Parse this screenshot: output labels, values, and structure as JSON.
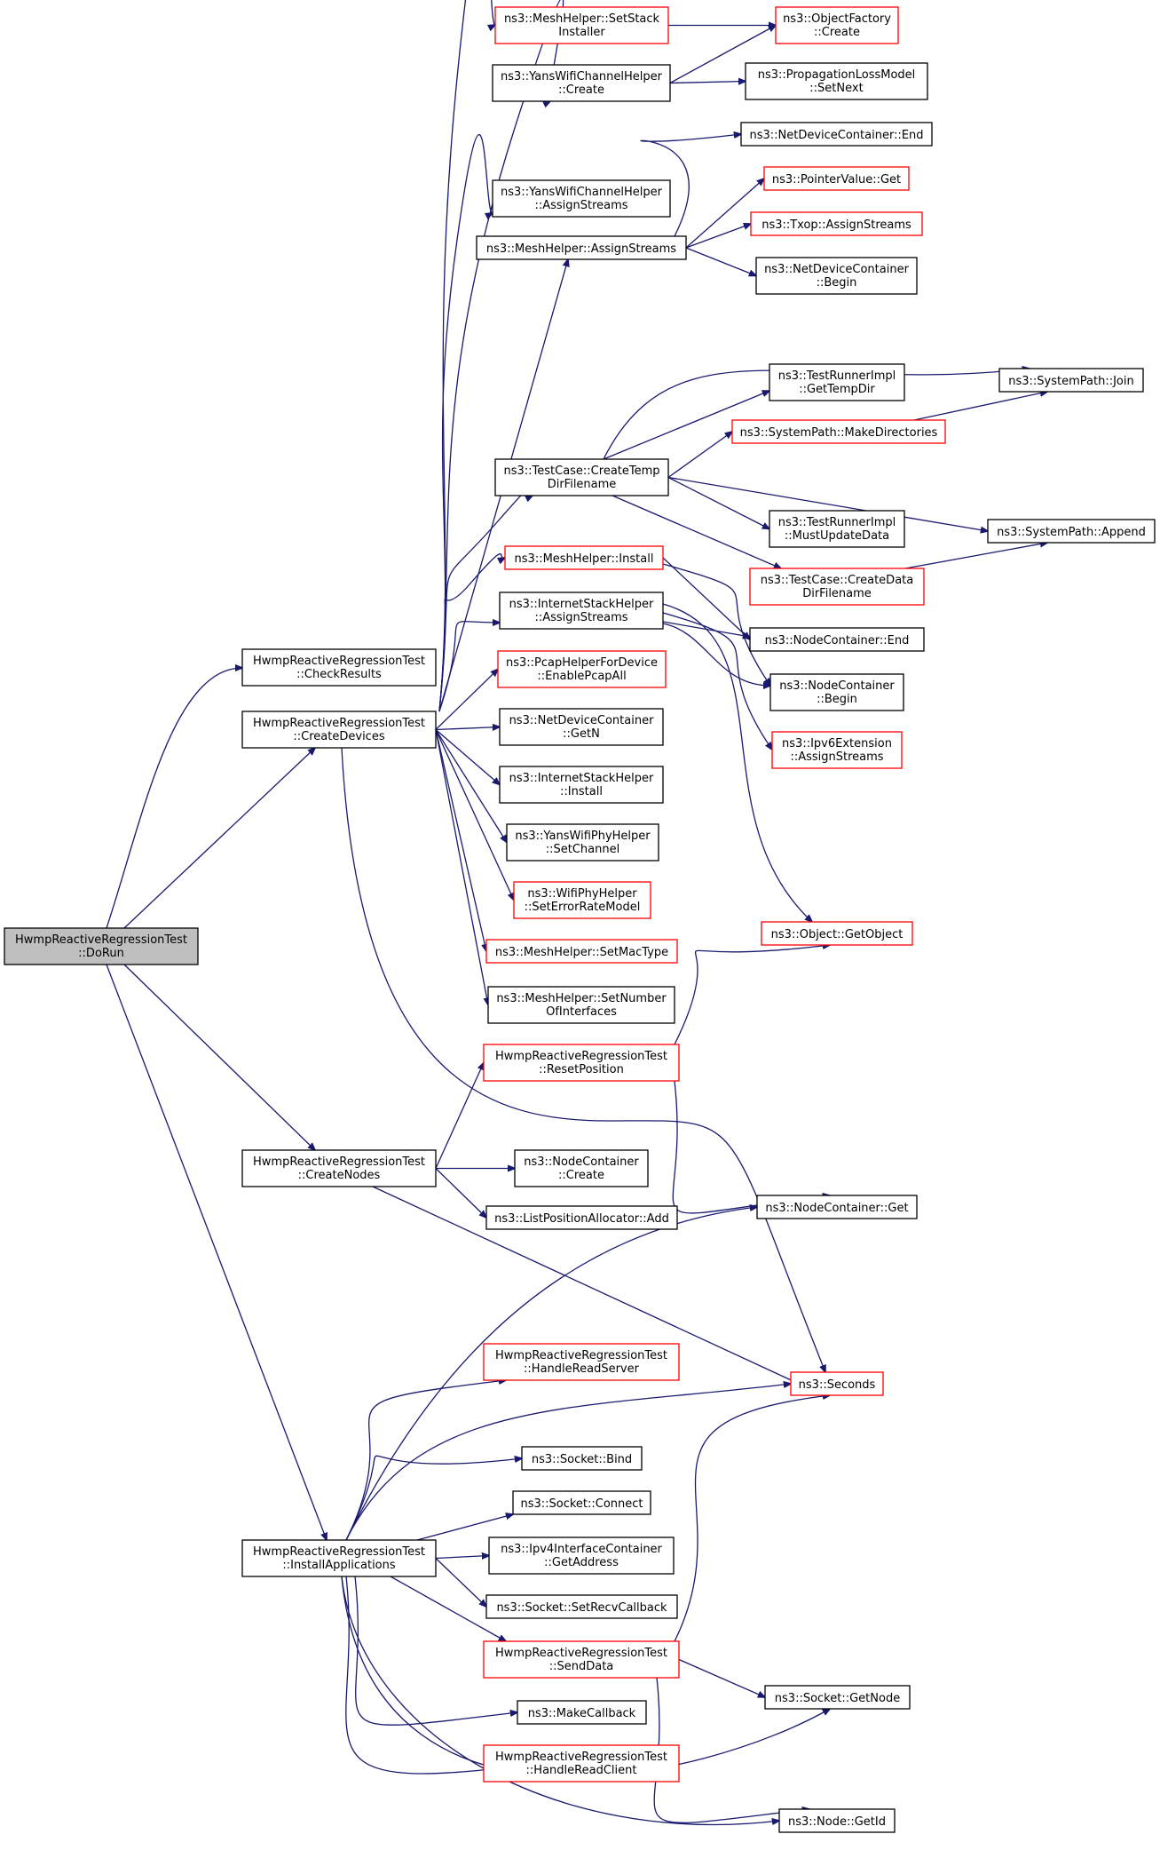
{
  "colors": {
    "edge": "#191970",
    "node_border": "#000000",
    "node_border_has_more": "#ff0000",
    "focus_fill": "#bfbfbf"
  },
  "nodes": {
    "doRun": {
      "lines": [
        "HwmpReactiveRegressionTest",
        "::DoRun"
      ],
      "style": "focus"
    },
    "checkResults": {
      "lines": [
        "HwmpReactiveRegressionTest",
        "::CheckResults"
      ],
      "style": "normal"
    },
    "createDevices": {
      "lines": [
        "HwmpReactiveRegressionTest",
        "::CreateDevices"
      ],
      "style": "normal"
    },
    "createNodes": {
      "lines": [
        "HwmpReactiveRegressionTest",
        "::CreateNodes"
      ],
      "style": "normal"
    },
    "installApps": {
      "lines": [
        "HwmpReactiveRegressionTest",
        "::InstallApplications"
      ],
      "style": "normal"
    },
    "meshSetStack": {
      "lines": [
        "ns3::MeshHelper::SetStack",
        "Installer"
      ],
      "style": "red"
    },
    "yansChanCreate": {
      "lines": [
        "ns3::YansWifiChannelHelper",
        "::Create"
      ],
      "style": "normal"
    },
    "yansChanAssign": {
      "lines": [
        "ns3::YansWifiChannelHelper",
        "::AssignStreams"
      ],
      "style": "normal"
    },
    "meshAssign": {
      "lines": [
        "ns3::MeshHelper::AssignStreams"
      ],
      "style": "normal"
    },
    "testCaseTemp": {
      "lines": [
        "ns3::TestCase::CreateTemp",
        "DirFilename"
      ],
      "style": "normal"
    },
    "meshInstall": {
      "lines": [
        "ns3::MeshHelper::Install"
      ],
      "style": "red"
    },
    "inetAssign": {
      "lines": [
        "ns3::InternetStackHelper",
        "::AssignStreams"
      ],
      "style": "normal"
    },
    "pcapEnable": {
      "lines": [
        "ns3::PcapHelperForDevice",
        "::EnablePcapAll"
      ],
      "style": "red"
    },
    "ndcGetN": {
      "lines": [
        "ns3::NetDeviceContainer",
        "::GetN"
      ],
      "style": "normal"
    },
    "inetInstall": {
      "lines": [
        "ns3::InternetStackHelper",
        "::Install"
      ],
      "style": "normal"
    },
    "phySetChannel": {
      "lines": [
        "ns3::YansWifiPhyHelper",
        "::SetChannel"
      ],
      "style": "normal"
    },
    "phySetError": {
      "lines": [
        "ns3::WifiPhyHelper",
        "::SetErrorRateModel"
      ],
      "style": "red"
    },
    "meshSetMac": {
      "lines": [
        "ns3::MeshHelper::SetMacType"
      ],
      "style": "red"
    },
    "meshSetNum": {
      "lines": [
        "ns3::MeshHelper::SetNumber",
        "OfInterfaces"
      ],
      "style": "normal"
    },
    "resetPos": {
      "lines": [
        "HwmpReactiveRegressionTest",
        "::ResetPosition"
      ],
      "style": "red"
    },
    "ncCreate": {
      "lines": [
        "ns3::NodeContainer",
        "::Create"
      ],
      "style": "normal"
    },
    "lpaAdd": {
      "lines": [
        "ns3::ListPositionAllocator::Add"
      ],
      "style": "normal"
    },
    "handleReadServer": {
      "lines": [
        "HwmpReactiveRegressionTest",
        "::HandleReadServer"
      ],
      "style": "red"
    },
    "socketBind": {
      "lines": [
        "ns3::Socket::Bind"
      ],
      "style": "normal"
    },
    "socketConnect": {
      "lines": [
        "ns3::Socket::Connect"
      ],
      "style": "normal"
    },
    "ipv4GetAddr": {
      "lines": [
        "ns3::Ipv4InterfaceContainer",
        "::GetAddress"
      ],
      "style": "normal"
    },
    "socketRecvCb": {
      "lines": [
        "ns3::Socket::SetRecvCallback"
      ],
      "style": "normal"
    },
    "sendData": {
      "lines": [
        "HwmpReactiveRegressionTest",
        "::SendData"
      ],
      "style": "red"
    },
    "makeCallback": {
      "lines": [
        "ns3::MakeCallback"
      ],
      "style": "normal"
    },
    "handleReadClient": {
      "lines": [
        "HwmpReactiveRegressionTest",
        "::HandleReadClient"
      ],
      "style": "red"
    },
    "objFactory": {
      "lines": [
        "ns3::ObjectFactory",
        "::Create"
      ],
      "style": "red"
    },
    "propLoss": {
      "lines": [
        "ns3::PropagationLossModel",
        "::SetNext"
      ],
      "style": "normal"
    },
    "ndcEnd": {
      "lines": [
        "ns3::NetDeviceContainer::End"
      ],
      "style": "normal"
    },
    "pointerGet": {
      "lines": [
        "ns3::PointerValue::Get"
      ],
      "style": "red"
    },
    "txopAssign": {
      "lines": [
        "ns3::Txop::AssignStreams"
      ],
      "style": "red"
    },
    "ndcBegin": {
      "lines": [
        "ns3::NetDeviceContainer",
        "::Begin"
      ],
      "style": "normal"
    },
    "runnerTemp": {
      "lines": [
        "ns3::TestRunnerImpl",
        "::GetTempDir"
      ],
      "style": "normal"
    },
    "sysMakeDirs": {
      "lines": [
        "ns3::SystemPath::MakeDirectories"
      ],
      "style": "red"
    },
    "runnerUpdate": {
      "lines": [
        "ns3::TestRunnerImpl",
        "::MustUpdateData"
      ],
      "style": "normal"
    },
    "testCaseData": {
      "lines": [
        "ns3::TestCase::CreateData",
        "DirFilename"
      ],
      "style": "red"
    },
    "ncEnd": {
      "lines": [
        "ns3::NodeContainer::End"
      ],
      "style": "normal"
    },
    "ncBegin": {
      "lines": [
        "ns3::NodeContainer",
        "::Begin"
      ],
      "style": "normal"
    },
    "ipv6Ext": {
      "lines": [
        "ns3::Ipv6Extension",
        "::AssignStreams"
      ],
      "style": "red"
    },
    "objGetObject": {
      "lines": [
        "ns3::Object::GetObject"
      ],
      "style": "red"
    },
    "ncGet": {
      "lines": [
        "ns3::NodeContainer::Get"
      ],
      "style": "normal"
    },
    "seconds": {
      "lines": [
        "ns3::Seconds"
      ],
      "style": "red"
    },
    "socketGetNode": {
      "lines": [
        "ns3::Socket::GetNode"
      ],
      "style": "normal"
    },
    "nodeGetId": {
      "lines": [
        "ns3::Node::GetId"
      ],
      "style": "normal"
    },
    "sysJoin": {
      "lines": [
        "ns3::SystemPath::Join"
      ],
      "style": "normal"
    },
    "sysAppend": {
      "lines": [
        "ns3::SystemPath::Append"
      ],
      "style": "normal"
    }
  },
  "edges": [
    [
      "doRun",
      "checkResults"
    ],
    [
      "doRun",
      "createDevices"
    ],
    [
      "doRun",
      "createNodes"
    ],
    [
      "doRun",
      "installApps"
    ],
    [
      "createDevices",
      "meshSetStack"
    ],
    [
      "createDevices",
      "yansChanCreate"
    ],
    [
      "createDevices",
      "yansChanAssign"
    ],
    [
      "createDevices",
      "meshAssign"
    ],
    [
      "createDevices",
      "testCaseTemp"
    ],
    [
      "createDevices",
      "meshInstall"
    ],
    [
      "createDevices",
      "inetAssign"
    ],
    [
      "createDevices",
      "pcapEnable"
    ],
    [
      "createDevices",
      "ndcGetN"
    ],
    [
      "createDevices",
      "inetInstall"
    ],
    [
      "createDevices",
      "phySetChannel"
    ],
    [
      "createDevices",
      "phySetError"
    ],
    [
      "createDevices",
      "meshSetMac"
    ],
    [
      "createDevices",
      "meshSetNum"
    ],
    [
      "createDevices",
      "seconds"
    ],
    [
      "createNodes",
      "resetPos"
    ],
    [
      "createNodes",
      "ncCreate"
    ],
    [
      "createNodes",
      "lpaAdd"
    ],
    [
      "createNodes",
      "seconds"
    ],
    [
      "installApps",
      "ncGet"
    ],
    [
      "installApps",
      "handleReadServer"
    ],
    [
      "installApps",
      "seconds"
    ],
    [
      "installApps",
      "socketBind"
    ],
    [
      "installApps",
      "socketConnect"
    ],
    [
      "installApps",
      "ipv4GetAddr"
    ],
    [
      "installApps",
      "socketRecvCb"
    ],
    [
      "installApps",
      "sendData"
    ],
    [
      "installApps",
      "makeCallback"
    ],
    [
      "installApps",
      "handleReadClient"
    ],
    [
      "installApps",
      "socketGetNode"
    ],
    [
      "installApps",
      "nodeGetId"
    ],
    [
      "meshSetStack",
      "objFactory"
    ],
    [
      "yansChanCreate",
      "objFactory"
    ],
    [
      "yansChanCreate",
      "propLoss"
    ],
    [
      "meshAssign",
      "ndcEnd"
    ],
    [
      "meshAssign",
      "pointerGet"
    ],
    [
      "meshAssign",
      "txopAssign"
    ],
    [
      "meshAssign",
      "ndcBegin"
    ],
    [
      "testCaseTemp",
      "sysJoin"
    ],
    [
      "testCaseTemp",
      "runnerTemp"
    ],
    [
      "testCaseTemp",
      "sysMakeDirs"
    ],
    [
      "testCaseTemp",
      "sysAppend"
    ],
    [
      "testCaseTemp",
      "runnerUpdate"
    ],
    [
      "testCaseTemp",
      "testCaseData"
    ],
    [
      "sysMakeDirs",
      "sysJoin"
    ],
    [
      "testCaseData",
      "sysAppend"
    ],
    [
      "meshInstall",
      "ncEnd"
    ],
    [
      "meshInstall",
      "ncBegin"
    ],
    [
      "inetAssign",
      "ncEnd"
    ],
    [
      "inetAssign",
      "ncBegin"
    ],
    [
      "inetAssign",
      "ipv6Ext"
    ],
    [
      "inetAssign",
      "objGetObject"
    ],
    [
      "resetPos",
      "objGetObject"
    ],
    [
      "resetPos",
      "ncGet"
    ],
    [
      "sendData",
      "seconds"
    ],
    [
      "sendData",
      "socketGetNode"
    ],
    [
      "sendData",
      "nodeGetId"
    ]
  ]
}
